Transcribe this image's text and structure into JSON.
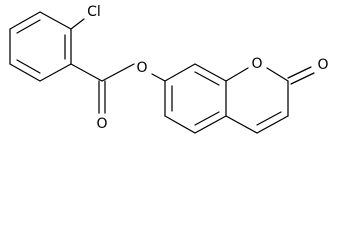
{
  "structure": {
    "atoms": [
      {
        "id": "cl",
        "label": "Cl"
      },
      {
        "id": "o-ester-carbonyl",
        "label": "O"
      },
      {
        "id": "o-ester-link",
        "label": "O"
      },
      {
        "id": "o-ring",
        "label": "O"
      },
      {
        "id": "o-lactone-carbonyl",
        "label": "O"
      }
    ],
    "colors": {
      "bond": "#000000",
      "label": "#000000",
      "background": "#ffffff"
    }
  }
}
